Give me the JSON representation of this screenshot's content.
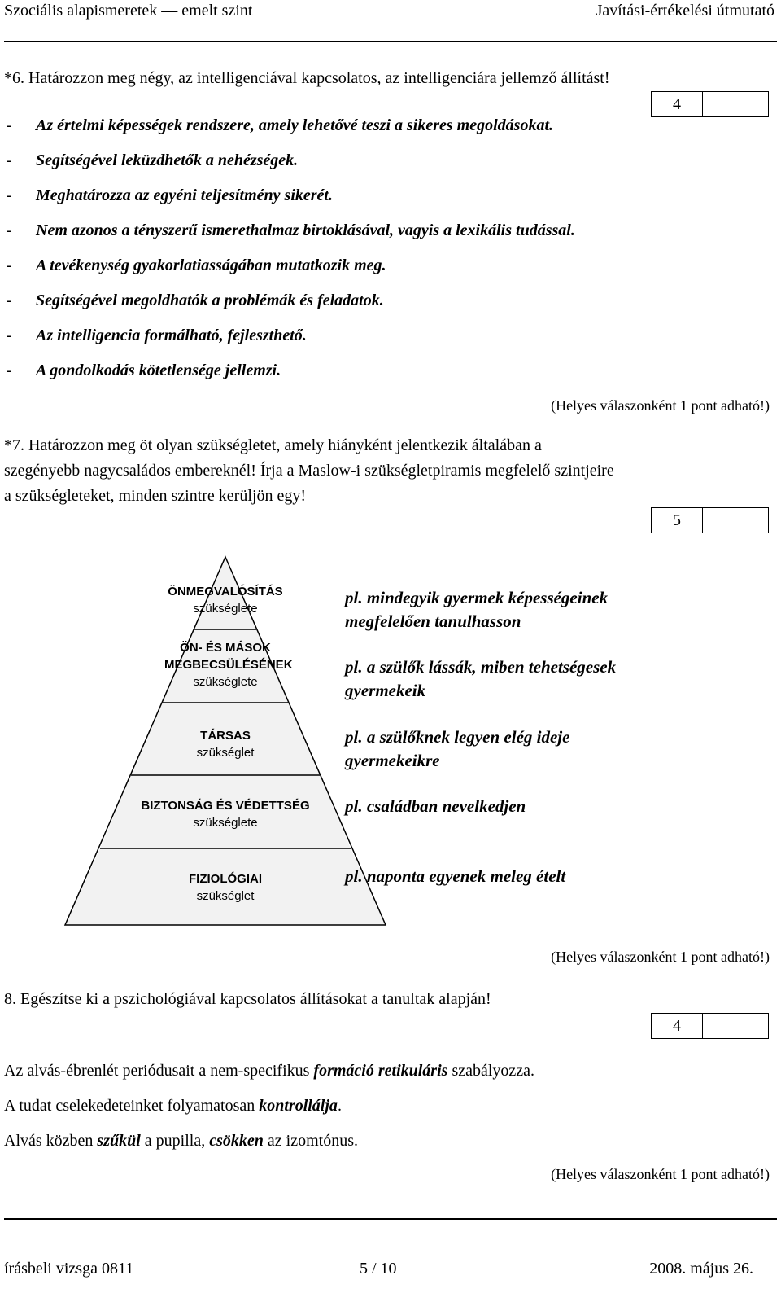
{
  "header": {
    "left": "Szociális alapismeretek — emelt szint",
    "right": "Javítási-értékelési útmutató"
  },
  "q6": {
    "prompt": "*6. Határozzon meg négy, az intelligenciával kapcsolatos, az intelligenciára jellemző állítást!",
    "score": "4",
    "items": [
      "Az értelmi képességek rendszere, amely lehetővé teszi a sikeres megoldásokat.",
      "Segítségével leküzdhetők a nehézségek.",
      "Meghatározza az egyéni teljesítmény sikerét.",
      "Nem azonos a tényszerű ismerethalmaz birtoklásával, vagyis a lexikális tudással.",
      "A tevékenység gyakorlatiasságában mutatkozik meg.",
      "Segítségével megoldhatók a problémák és feladatok.",
      "Az intelligencia formálható, fejleszthető.",
      "A gondolkodás kötetlensége jellemzi."
    ],
    "note": "(Helyes válaszonként 1 pont adható!)"
  },
  "q7": {
    "prompt_line1": "*7. Határozzon meg öt olyan szükségletet, amely hiányként jelentkezik általában a",
    "prompt_line2": "szegényebb nagycsaládos embereknél! Írja a Maslow-i szükségletpiramis megfelelő szintjeire",
    "prompt_line3": "a szükségleteket, minden szintre kerüljön egy!",
    "score": "5",
    "levels": [
      {
        "title": "ÖNMEGVALÓSÍTÁS",
        "sub": "szükséglete",
        "example": "pl. mindegyik gyermek képességeinek megfelelően tanulhasson"
      },
      {
        "title": "ÖN- ÉS MÁSOK MEGBECSÜLÉSÉNEK",
        "sub": "szükséglete",
        "example": "pl. a szülők lássák, miben tehetségesek gyermekeik"
      },
      {
        "title": "TÁRSAS",
        "sub": "szükséglet",
        "example": "pl. a szülőknek legyen elég ideje gyermekeikre"
      },
      {
        "title": "BIZTONSÁG ÉS VÉDETTSÉG",
        "sub": "szükséglete",
        "example": "pl. családban nevelkedjen"
      },
      {
        "title": "FIZIOLÓGIAI",
        "sub": "szükséglet",
        "example": "pl. naponta egyenek meleg ételt"
      }
    ],
    "note": "(Helyes válaszonként 1 pont adható!)"
  },
  "q8": {
    "prompt": "8. Egészítse ki a pszichológiával kapcsolatos állításokat a tanultak alapján!",
    "score": "4",
    "s1_pre": "Az alvás-ébrenlét periódusait a nem-specifikus ",
    "s1_fill": "formáció retikuláris",
    "s1_post": " szabályozza.",
    "s2_pre": "A tudat cselekedeteinket folyamatosan ",
    "s2_fill": "kontrollálja",
    "s2_post": ".",
    "s3_pre": "Alvás közben ",
    "s3_fill1": "szűkül",
    "s3_mid": " a pupilla, ",
    "s3_fill2": "csökken",
    "s3_post": " az izomtónus.",
    "note": "(Helyes válaszonként 1 pont adható!)"
  },
  "footer": {
    "left": "írásbeli vizsga 0811",
    "center": "5 / 10",
    "right": "2008. május 26."
  }
}
